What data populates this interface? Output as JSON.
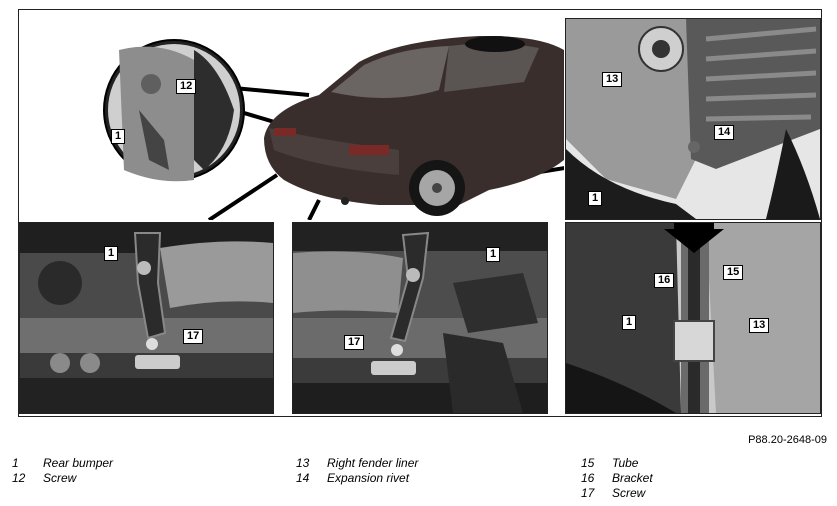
{
  "callouts": {
    "inset_rear_bumper": "1",
    "inset_screw": "12",
    "fender_top_liner": "13",
    "fender_top_rivet": "14",
    "fender_top_bumper": "1",
    "fender_bottom_tube": "15",
    "fender_bottom_bracket": "16",
    "fender_bottom_bumper": "1",
    "fender_bottom_liner": "13",
    "bumper_left_bumper": "1",
    "bumper_left_screw": "17",
    "bumper_right_bumper": "1",
    "bumper_right_screw": "17"
  },
  "reference_code": "P88.20-2648-09",
  "legend": {
    "col1": [
      {
        "num": "1",
        "label": "Rear bumper"
      },
      {
        "num": "12",
        "label": "Screw"
      }
    ],
    "col2": [
      {
        "num": "13",
        "label": "Right fender liner"
      },
      {
        "num": "14",
        "label": "Expansion rivet"
      }
    ],
    "col3": [
      {
        "num": "15",
        "label": "Tube"
      },
      {
        "num": "16",
        "label": "Bracket"
      },
      {
        "num": "17",
        "label": "Screw"
      }
    ]
  }
}
